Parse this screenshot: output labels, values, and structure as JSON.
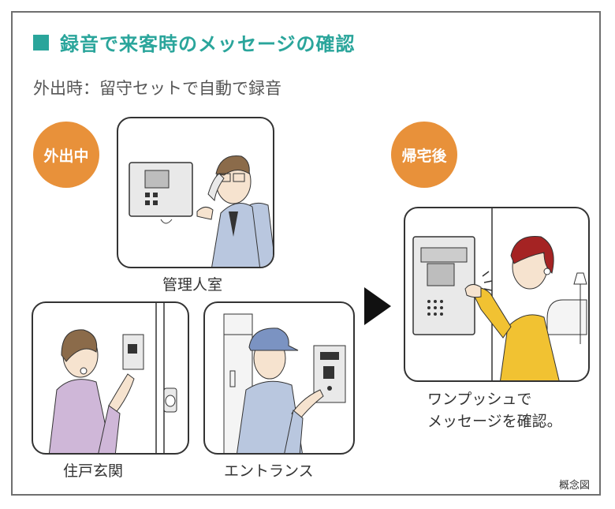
{
  "title": "録音で来客時のメッセージの確認",
  "subtitle": "外出時：留守セットで自動で録音",
  "badges": {
    "away": "外出中",
    "home": "帰宅後"
  },
  "captions": {
    "manager_room": "管理人室",
    "entrance_door": "住戸玄関",
    "entrance": "エントランス",
    "result_line1": "ワンプッシュで",
    "result_line2": "メッセージを確認。"
  },
  "note": "概念図",
  "colors": {
    "accent": "#2aa59b",
    "badge": "#e8913a",
    "jacket": "#b9c7df",
    "hair_red": "#a52323"
  }
}
